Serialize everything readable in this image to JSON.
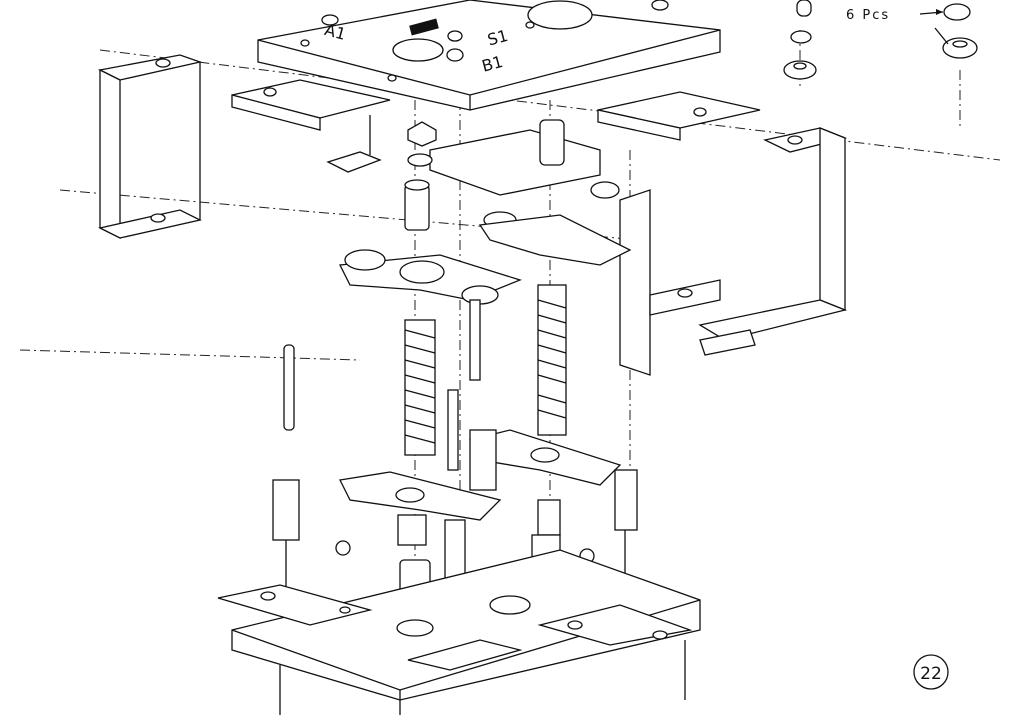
{
  "diagram": {
    "labels": {
      "a1": "A1",
      "s1": "S1",
      "b1": "B1",
      "quantity_note": "6 Pcs",
      "page_number": "22"
    }
  }
}
